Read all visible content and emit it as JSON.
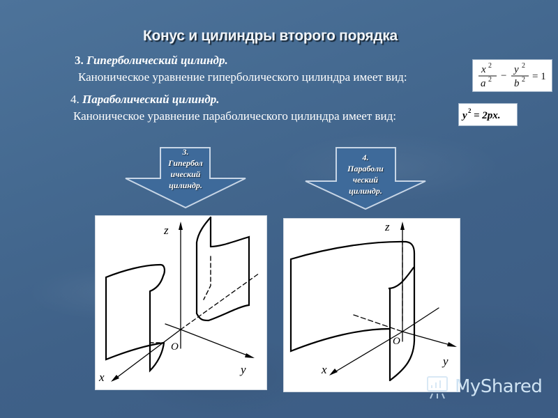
{
  "slide": {
    "title": "Конус и цилиндры второго порядка",
    "section3": {
      "number": "3.",
      "heading": "Гиперболический цилиндр.",
      "text": "Каноническое уравнение гиперболического цилиндра имеет вид:",
      "formula": {
        "term1_num": "x",
        "term1_num_exp": "2",
        "term1_den": "a",
        "term1_den_exp": "2",
        "operator": "−",
        "term2_num": "y",
        "term2_num_exp": "2",
        "term2_den": "b",
        "term2_den_exp": "2",
        "equals": "= 1"
      }
    },
    "section4": {
      "number": "4.",
      "heading": "Параболический цилиндр.",
      "text": "Каноническое уравнение параболического цилиндра имеет вид:",
      "formula": {
        "lhs": "y",
        "lhs_exp": "2",
        "rhs": "= 2px."
      }
    },
    "arrows": [
      {
        "lines": [
          "3.",
          "Гипербол",
          "ический",
          "цилиндр."
        ]
      },
      {
        "lines": [
          "4.",
          "Параболи",
          "ческий",
          "цилиндр."
        ]
      }
    ],
    "figures": [
      {
        "name": "hyperbolic-cylinder",
        "axes": {
          "z": "z",
          "y": "y",
          "x": "x",
          "origin": "O"
        }
      },
      {
        "name": "parabolic-cylinder",
        "axes": {
          "z": "z",
          "y": "y",
          "x": "x",
          "origin": "O"
        }
      }
    ],
    "watermark": {
      "text": "MyShared"
    },
    "colors": {
      "background": "#456a91",
      "arrow_fill": "#3e6a9a",
      "arrow_stroke": "#c8d6e6",
      "text": "#ffffff"
    }
  }
}
